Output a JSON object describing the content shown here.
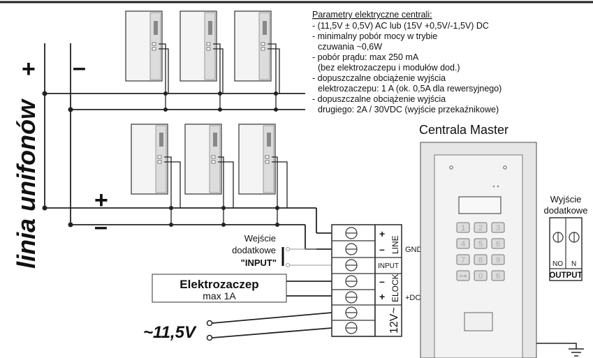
{
  "parameters": {
    "title": "Parametry elektryczne centrali:",
    "lines": [
      "- (11,5V ± 0,5V) AC lub (15V +0,5V/-1,5V) DC",
      "- minimalny pobór mocy w trybie",
      "  czuwania ~0,6W",
      "- pobór prądu: max 250 mA",
      "  (bez elektrozaczepu i modułów dod.)",
      "- dopuszczalne obciążenie wyjścia",
      "  elektrozaczepu: 1 A (ok. 0,5A dla rewersyjnego)",
      "- dopuszczalne obciążenie wyjścia",
      "  drugiego: 2A / 30VDC (wyjście przekaźnikowe)"
    ]
  },
  "line_label": "linia unifonów",
  "polarity": {
    "plus": "+",
    "minus": "–"
  },
  "central_title": "Centrala Master",
  "keypad_keys": [
    "1",
    "2",
    "3",
    "4",
    "5",
    "6",
    "7",
    "8",
    "9",
    "⊶",
    "0",
    "6"
  ],
  "input_block": {
    "line1": "Wejście",
    "line2": "dodatkowe",
    "line3": "\"INPUT\""
  },
  "lock_box": {
    "title": "Elektrozaczep",
    "subtitle": "max 1A"
  },
  "supply_label": "~11,5V",
  "terminals": {
    "plus": "+",
    "minus": "–",
    "line": "LINE",
    "gnd": "GND",
    "input": "INPUT",
    "elock": "ELOCK",
    "dc": "+DC",
    "ac": "12V~"
  },
  "extra_output": {
    "title1": "Wyjście",
    "title2": "dodatkowe",
    "no": "NO",
    "n": "N",
    "output": "OUTPUT"
  }
}
